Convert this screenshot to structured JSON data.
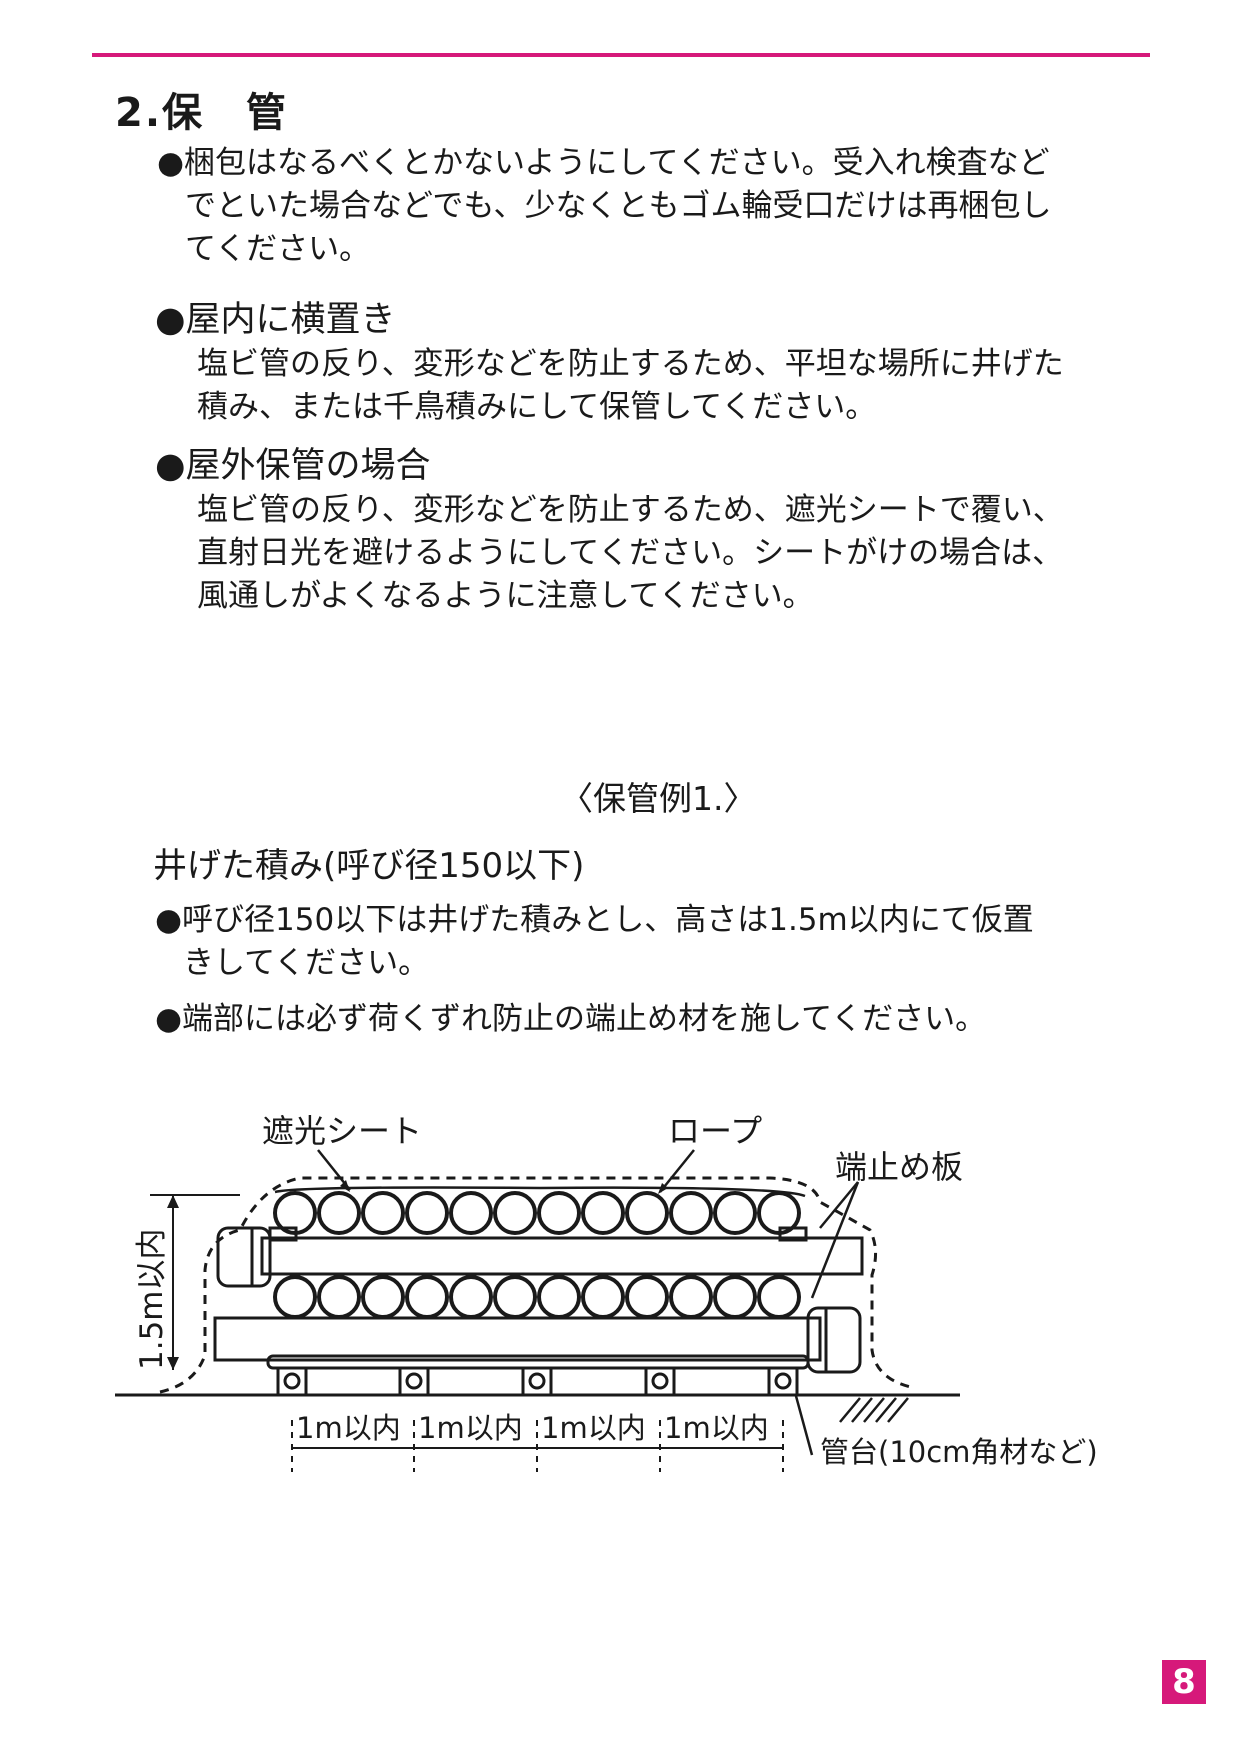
{
  "colors": {
    "accent": "#d6197a",
    "ink": "#1a1a1a"
  },
  "heading": "2.保　管",
  "intro": {
    "line1": "●梱包はなるべくとかないようにしてください。受入れ検査など",
    "line2": "でといた場合などでも、少なくともゴム輪受口だけは再梱包し",
    "line3": "てください。"
  },
  "indoor": {
    "title": "●屋内に横置き",
    "line1": "塩ビ管の反り、変形などを防止するため、平坦な場所に井げた",
    "line2": "積み、または千鳥積みにして保管してください。"
  },
  "outdoor": {
    "title": "●屋外保管の場合",
    "line1": "塩ビ管の反り、変形などを防止するため、遮光シートで覆い、",
    "line2": "直射日光を避けるようにしてください。シートがけの場合は、",
    "line3": "風通しがよくなるように注意してください。"
  },
  "example": {
    "title": "〈保管例1.〉",
    "subtitle": "井げた積み(呼び径150以下)",
    "note1_line1": "●呼び径150以下は井げた積みとし、高さは1.5m以内にて仮置",
    "note1_line2": "きしてください。",
    "note2": "●端部には必ず荷くずれ防止の端止め材を施してください。"
  },
  "diagram": {
    "label_sheet": "遮光シート",
    "label_rope": "ロープ",
    "label_endstop": "端止め板",
    "label_height": "1.5m以内",
    "spacing": [
      "1m以内",
      "1m以内",
      "1m以内",
      "1m以内"
    ],
    "label_support": "管台(10cm角材など)"
  },
  "page_number": "8"
}
